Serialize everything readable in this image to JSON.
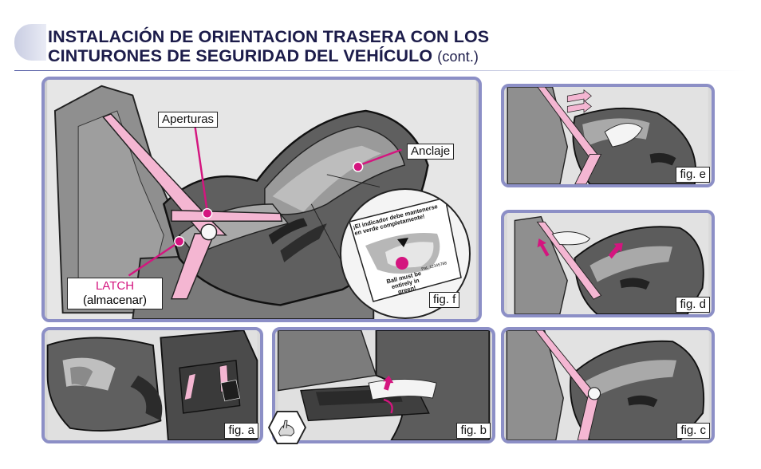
{
  "header": {
    "title_line1": "INSTALACIÓN DE ORIENTACION TRASERA CON LOS",
    "title_line2": "CINTURONES DE SEGURIDAD DEL VEHÍCULO",
    "title_suffix": "(cont.)"
  },
  "main_figure": {
    "label_aperturas": "Aperturas",
    "label_anclaje": "Anclaje",
    "label_latch": "LATCH",
    "label_almacenar": "(almacenar)"
  },
  "callout": {
    "indicator_text_1": "¡El indicador debe mantenerse",
    "indicator_text_2": "en verde completamente!",
    "part_number": "Pat. 12345788",
    "ball_text_1": "Ball must be",
    "ball_text_2": "entirely in",
    "ball_text_3": "green!",
    "fig_label": "fig. f"
  },
  "figures": {
    "a": "fig. a",
    "b": "fig. b",
    "c": "fig. c",
    "d": "fig. d",
    "e": "fig. e"
  },
  "colors": {
    "panel_border": "#8c8fc6",
    "strap_pink": "#f4b6d2",
    "accent_magenta": "#d4157f",
    "title_navy": "#1c1c4a"
  },
  "icons": {
    "hand_hex": "hand-in-hexagon-icon"
  }
}
